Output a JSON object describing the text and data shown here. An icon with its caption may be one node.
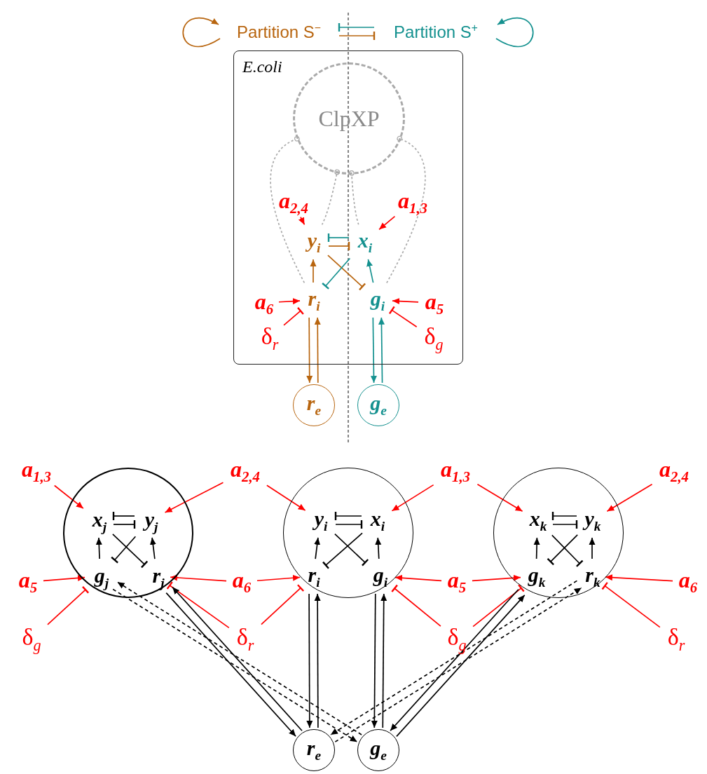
{
  "diagram": {
    "nodes": [
      {
        "text": [
          "Partition S$^{−}$"
        ]
      },
      {
        "text": [
          "Partition S$^{+}$"
        ]
      },
      {
        "text": [
          "E.coli"
        ]
      },
      {
        "text": [
          "ClpXP"
        ],
        "in": 2
      },
      {
        "text": [
          "y$_{i}$"
        ],
        "in": 2
      },
      {
        "text": [
          "x$_{i}$"
        ],
        "in": 2
      },
      {
        "text": [
          "a$_{2,4}$"
        ],
        "in": 2
      },
      {
        "text": [
          "a$_{1,3}$"
        ],
        "in": 2
      },
      {
        "text": [
          "a$_{6}$"
        ],
        "in": 2
      },
      {
        "text": [
          "r$_{i}$"
        ],
        "in": 2
      },
      {
        "text": [
          "g$_{i}$"
        ],
        "in": 2
      },
      {
        "text": [
          "a$_{5}$"
        ],
        "in": 2
      },
      {
        "text": [
          "δ$_{r}$"
        ],
        "in": 2
      },
      {
        "text": [
          "δ$_{g}$"
        ],
        "in": 2
      },
      {
        "text": [
          "r$_{e}$"
        ]
      },
      {
        "text": [
          "g$_{e}$"
        ]
      },
      {
        "text": [],
        "shape": "circle"
      },
      {
        "text": [
          "x$_{j}$"
        ],
        "in": 16
      },
      {
        "text": [
          "y$_{j}$"
        ],
        "in": 16
      },
      {
        "text": [
          "g$_{j}$"
        ],
        "in": 16
      },
      {
        "text": [
          "r$_{j}$"
        ],
        "in": 16
      },
      {
        "text": [],
        "shape": "circle"
      },
      {
        "text": [
          "y$_{i}$"
        ],
        "in": 21
      },
      {
        "text": [
          "x$_{i}$"
        ],
        "in": 21
      },
      {
        "text": [
          "r$_{i}$"
        ],
        "in": 21
      },
      {
        "text": [
          "g$_{i}$"
        ],
        "in": 21
      },
      {
        "text": [],
        "shape": "circle"
      },
      {
        "text": [
          "x$_{k}$"
        ],
        "in": 26
      },
      {
        "text": [
          "y$_{k}$"
        ],
        "in": 26
      },
      {
        "text": [
          "g$_{k}$"
        ],
        "in": 26
      },
      {
        "text": [
          "r$_{k}$"
        ],
        "in": 26
      },
      {
        "text": [
          "a$_{1,3}$"
        ]
      },
      {
        "text": [
          "a$_{2,4}$"
        ]
      },
      {
        "text": [
          "a$_{1,3}$"
        ]
      },
      {
        "text": [
          "a$_{2,4}$"
        ]
      },
      {
        "text": [
          "a$_{5}$"
        ]
      },
      {
        "text": [
          "a$_{6}$"
        ]
      },
      {
        "text": [
          "a$_{5}$"
        ]
      },
      {
        "text": [
          "a$_{6}$"
        ]
      },
      {
        "text": [
          "δ$_{g}$"
        ]
      },
      {
        "text": [
          "δ$_{r}$"
        ]
      },
      {
        "text": [
          "δ$_{g}$"
        ]
      },
      {
        "text": [
          "δ$_{r}$"
        ]
      },
      {
        "text": [
          "r$_{e}$"
        ]
      },
      {
        "text": [
          "g$_{e}$"
        ]
      }
    ],
    "edges": [
      {
        "from": 0,
        "to": 0,
        "arrow": "to",
        "color": "#b8650f"
      },
      {
        "from": 1,
        "to": 1,
        "arrow": "to",
        "color": "#14918f"
      },
      {
        "from": 0,
        "to": 1,
        "arrow": "other",
        "color": "#b8650f"
      },
      {
        "from": 1,
        "to": 0,
        "arrow": "other",
        "color": "#14918f"
      },
      {
        "from": 4,
        "to": 3,
        "arrow": "other",
        "style": "dashed",
        "color": "#aaaaaa"
      },
      {
        "from": 5,
        "to": 3,
        "arrow": "other",
        "style": "dashed",
        "color": "#aaaaaa"
      },
      {
        "from": 9,
        "to": 3,
        "arrow": "other",
        "style": "dashed",
        "color": "#aaaaaa"
      },
      {
        "from": 10,
        "to": 3,
        "arrow": "other",
        "style": "dashed",
        "color": "#aaaaaa"
      },
      {
        "from": 6,
        "to": 4,
        "arrow": "to",
        "color": "#ff0000"
      },
      {
        "from": 7,
        "to": 5,
        "arrow": "to",
        "color": "#ff0000"
      },
      {
        "from": 4,
        "to": 5,
        "arrow": "other",
        "color": "#b8650f"
      },
      {
        "from": 5,
        "to": 4,
        "arrow": "other",
        "color": "#14918f"
      },
      {
        "from": 9,
        "to": 4,
        "arrow": "to",
        "color": "#b8650f"
      },
      {
        "from": 10,
        "to": 5,
        "arrow": "to",
        "color": "#14918f"
      },
      {
        "from": 4,
        "to": 10,
        "arrow": "other",
        "color": "#b8650f"
      },
      {
        "from": 5,
        "to": 9,
        "arrow": "other",
        "color": "#14918f"
      },
      {
        "from": 8,
        "to": 9,
        "arrow": "to",
        "color": "#ff0000"
      },
      {
        "from": 11,
        "to": 10,
        "arrow": "to",
        "color": "#ff0000"
      },
      {
        "from": 12,
        "to": 9,
        "arrow": "other",
        "color": "#ff0000"
      },
      {
        "from": 13,
        "to": 10,
        "arrow": "other",
        "color": "#ff0000"
      },
      {
        "from": 14,
        "to": 9,
        "arrow": "to",
        "color": "#b8650f"
      },
      {
        "from": 9,
        "to": 14,
        "arrow": "to",
        "color": "#b8650f"
      },
      {
        "from": 10,
        "to": 15,
        "arrow": "to",
        "color": "#14918f"
      },
      {
        "from": 15,
        "to": 10,
        "arrow": "to",
        "color": "#14918f"
      },
      {
        "from": 31,
        "to": 17,
        "arrow": "to",
        "color": "#ff0000"
      },
      {
        "from": 32,
        "to": 18,
        "arrow": "to",
        "color": "#ff0000"
      },
      {
        "from": 32,
        "to": 22,
        "arrow": "to",
        "color": "#ff0000"
      },
      {
        "from": 33,
        "to": 23,
        "arrow": "to",
        "color": "#ff0000"
      },
      {
        "from": 33,
        "to": 27,
        "arrow": "to",
        "color": "#ff0000"
      },
      {
        "from": 34,
        "to": 28,
        "arrow": "to",
        "color": "#ff0000"
      },
      {
        "from": 17,
        "to": 18,
        "arrow": "other"
      },
      {
        "from": 18,
        "to": 17,
        "arrow": "other"
      },
      {
        "from": 22,
        "to": 23,
        "arrow": "other"
      },
      {
        "from": 23,
        "to": 22,
        "arrow": "other"
      },
      {
        "from": 27,
        "to": 28,
        "arrow": "other"
      },
      {
        "from": 28,
        "to": 27,
        "arrow": "other"
      },
      {
        "from": 19,
        "to": 17,
        "arrow": "to"
      },
      {
        "from": 20,
        "to": 18,
        "arrow": "to"
      },
      {
        "from": 24,
        "to": 22,
        "arrow": "to"
      },
      {
        "from": 25,
        "to": 23,
        "arrow": "to"
      },
      {
        "from": 29,
        "to": 27,
        "arrow": "to"
      },
      {
        "from": 30,
        "to": 28,
        "arrow": "to"
      },
      {
        "from": 17,
        "to": 20,
        "arrow": "other"
      },
      {
        "from": 18,
        "to": 19,
        "arrow": "other"
      },
      {
        "from": 22,
        "to": 25,
        "arrow": "other"
      },
      {
        "from": 23,
        "to": 24,
        "arrow": "other"
      },
      {
        "from": 27,
        "to": 30,
        "arrow": "other"
      },
      {
        "from": 28,
        "to": 29,
        "arrow": "other"
      },
      {
        "from": 35,
        "to": 19,
        "arrow": "to",
        "color": "#ff0000"
      },
      {
        "from": 36,
        "to": 20,
        "arrow": "to",
        "color": "#ff0000"
      },
      {
        "from": 36,
        "to": 24,
        "arrow": "to",
        "color": "#ff0000"
      },
      {
        "from": 37,
        "to": 25,
        "arrow": "to",
        "color": "#ff0000"
      },
      {
        "from": 37,
        "to": 29,
        "arrow": "to",
        "color": "#ff0000"
      },
      {
        "from": 38,
        "to": 30,
        "arrow": "to",
        "color": "#ff0000"
      },
      {
        "from": 39,
        "to": 19,
        "arrow": "other",
        "color": "#ff0000"
      },
      {
        "from": 40,
        "to": 20,
        "arrow": "other",
        "color": "#ff0000"
      },
      {
        "from": 40,
        "to": 24,
        "arrow": "other",
        "color": "#ff0000"
      },
      {
        "from": 41,
        "to": 25,
        "arrow": "other",
        "color": "#ff0000"
      },
      {
        "from": 41,
        "to": 29,
        "arrow": "other",
        "color": "#ff0000"
      },
      {
        "from": 42,
        "to": 30,
        "arrow": "other",
        "color": "#ff0000"
      },
      {
        "from": 20,
        "to": 43,
        "arrow": "to"
      },
      {
        "from": 43,
        "to": 20,
        "arrow": "to"
      },
      {
        "from": 19,
        "to": 44,
        "arrow": "to",
        "style": "dashed"
      },
      {
        "from": 44,
        "to": 19,
        "arrow": "to",
        "style": "dashed"
      },
      {
        "from": 24,
        "to": 43,
        "arrow": "to"
      },
      {
        "from": 43,
        "to": 24,
        "arrow": "to"
      },
      {
        "from": 25,
        "to": 44,
        "arrow": "to"
      },
      {
        "from": 44,
        "to": 25,
        "arrow": "to"
      },
      {
        "from": 29,
        "to": 44,
        "arrow": "to"
      },
      {
        "from": 44,
        "to": 29,
        "arrow": "to"
      },
      {
        "from": 30,
        "to": 43,
        "arrow": "to",
        "style": "dashed"
      },
      {
        "from": 43,
        "to": 30,
        "arrow": "to",
        "style": "dashed"
      }
    ]
  }
}
